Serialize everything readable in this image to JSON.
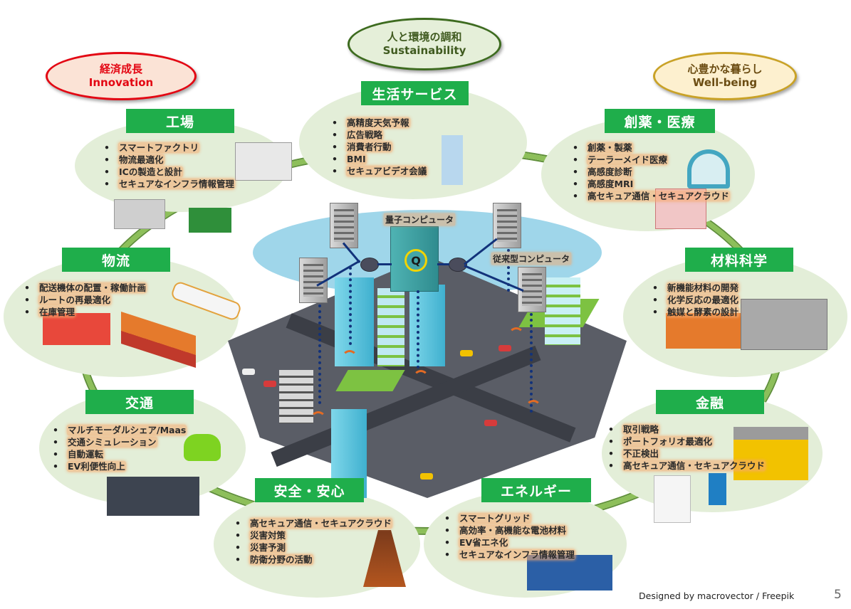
{
  "values": [
    {
      "jp": "経済成長",
      "en": "Innovation",
      "color": "#e30613",
      "fill": "#fbe3d6",
      "border": "#e30613"
    },
    {
      "jp": "人と環境の調和",
      "en": "Sustainability",
      "color": "#3f5a1f",
      "fill": "#e5efd9",
      "border": "#3d6b1f"
    },
    {
      "jp": "心豊かな暮らし",
      "en": "Well-being",
      "color": "#6b4c12",
      "fill": "#fdf0cf",
      "border": "#c9a227"
    }
  ],
  "center": {
    "quantum_label": "量子コンピュータ",
    "classical_label": "従来型コンピュータ",
    "quantum_mark": "Q"
  },
  "categories": [
    {
      "id": "factory",
      "title": "工場",
      "items": [
        "スマートファクトリ",
        "物流最適化",
        "ICの製造と設計",
        "セキュアなインフラ情報管理"
      ]
    },
    {
      "id": "life-services",
      "title": "生活サービス",
      "items": [
        "高精度天気予報",
        "広告戦略",
        "消費者行動",
        "BMI",
        "セキュアビデオ会議"
      ]
    },
    {
      "id": "drug-medical",
      "title": "創薬・医療",
      "items": [
        "創薬・製薬",
        "テーラーメイド医療",
        "高感度診断",
        "高感度MRI",
        "高セキュア通信・セキュアクラウド"
      ]
    },
    {
      "id": "logistics",
      "title": "物流",
      "items": [
        "配送機体の配置・稼働計画",
        "ルートの再最適化",
        "在庫管理"
      ]
    },
    {
      "id": "materials",
      "title": "材料科学",
      "items": [
        "新機能材料の開発",
        "化学反応の最適化",
        "触媒と酵素の設計"
      ]
    },
    {
      "id": "transport",
      "title": "交通",
      "items": [
        "マルチモーダルシェア/Maas",
        "交通シミュレーション",
        "自動運転",
        "EV利便性向上"
      ]
    },
    {
      "id": "finance",
      "title": "金融",
      "items": [
        "取引戦略",
        "ポートフォリオ最適化",
        "不正検出",
        "高セキュア通信・セキュアクラウド"
      ]
    },
    {
      "id": "safety",
      "title": "安全・安心",
      "items": [
        "高セキュア通信・セキュアクラウド",
        "災害対策",
        "災害予測",
        "防衛分野の活動"
      ]
    },
    {
      "id": "energy",
      "title": "エネルギー",
      "items": [
        "スマートグリッド",
        "高効率・高機能な電池材料",
        "EV省エネ化",
        "セキュアなインフラ情報管理"
      ]
    }
  ],
  "footer": {
    "credit": "Designed by macrovector / Freepik",
    "page_number": "5"
  },
  "colors": {
    "label_green": "#1fae4b",
    "bubble_fill": "#e3eed8",
    "ring_green": "#8dbf5a",
    "highlight_orange": "#f6aa6e",
    "network_blue": "#12327a"
  }
}
